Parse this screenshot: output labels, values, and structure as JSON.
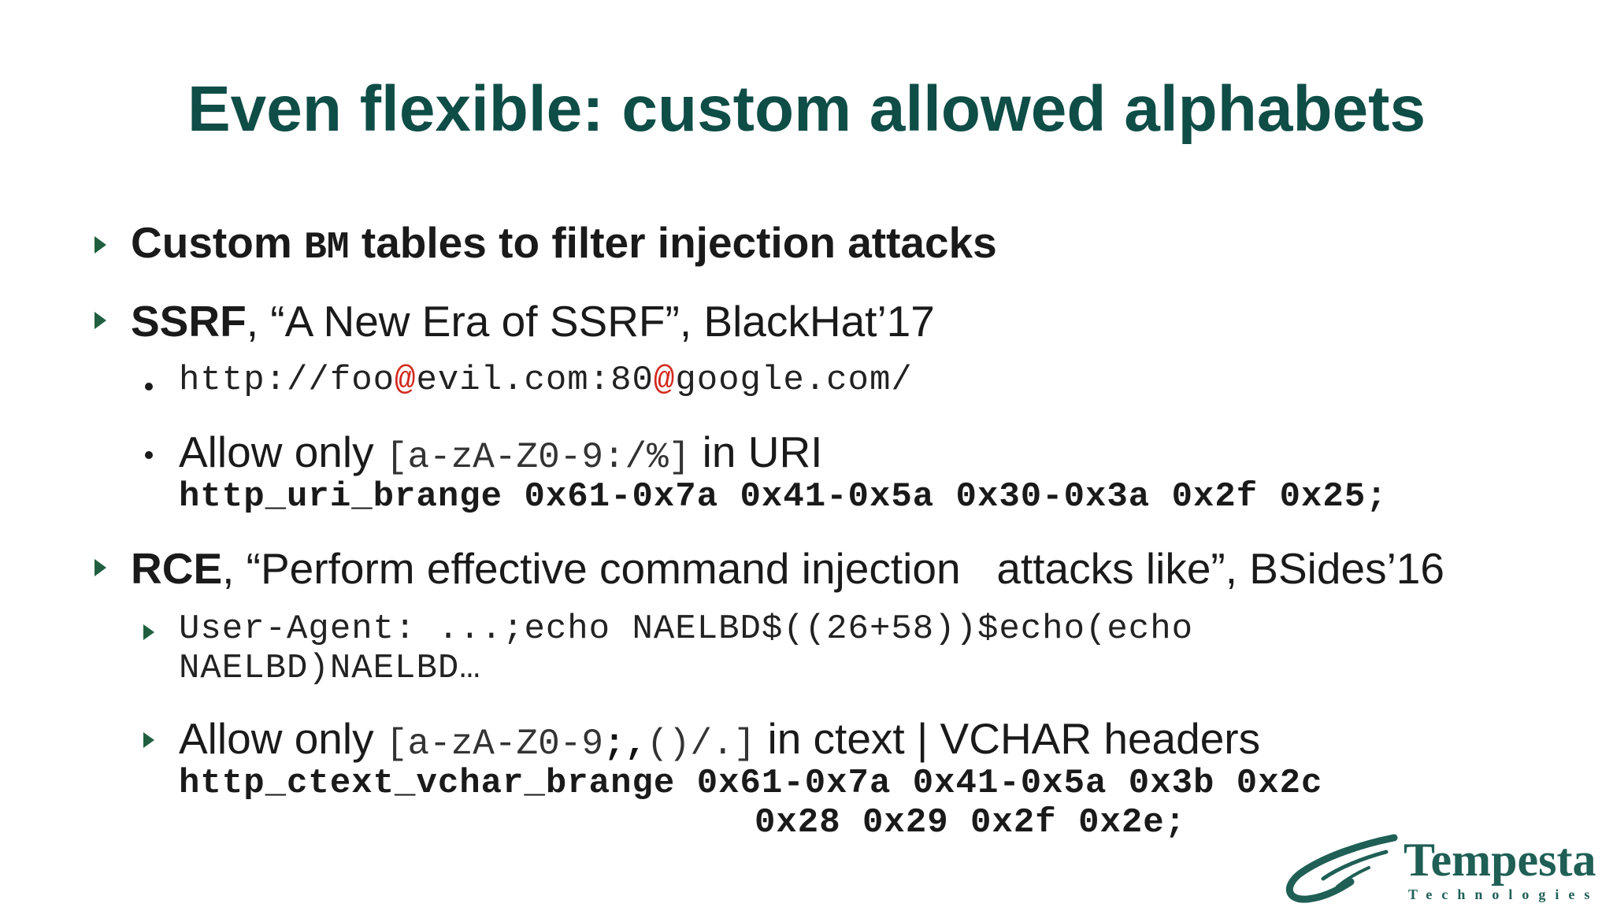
{
  "slide": {
    "title": "Even flexible: custom allowed alphabets",
    "bullet1": {
      "pre": "Custom ",
      "bm": "BM",
      "post": " tables to filter injection attacks"
    },
    "bullet2": {
      "head": "SSRF",
      "rest": ", “A New Era of SSRF”, BlackHat’17",
      "url_p1": "http://foo",
      "url_at1": "@",
      "url_p2": "evil.com:80",
      "url_at2": "@",
      "url_p3": "google.com/",
      "allow_pre": "Allow only ",
      "allow_range": "[a-zA-Z0-9:/%]",
      "allow_post": " in URI",
      "directive": "http_uri_brange 0x61-0x7a 0x41-0x5a 0x30-0x3a 0x2f 0x25;"
    },
    "bullet3": {
      "head": "RCE",
      "rest": ", “Perform effective command injection   attacks like”, BSides’16",
      "cmd_line1": "User-Agent: ...;echo NAELBD$((26+58))$echo(echo",
      "cmd_line2": "NAELBD)NAELBD…",
      "allow_pre": "Allow only ",
      "allow_range_a": "[a-zA-Z0-9",
      "allow_range_b": ";,",
      "allow_range_c": "()/.]",
      "allow_post": " in ctext | VCHAR headers",
      "directive_line1": "http_ctext_vchar_brange 0x61-0x7a 0x41-0x5a 0x3b 0x2c",
      "directive_line2": "0x28 0x29 0x2f 0x2e;"
    }
  },
  "logo": {
    "name": "Tempesta",
    "sub": "Technologies"
  },
  "colors": {
    "title": "#0f4d47",
    "bullet": "#1f5f3f",
    "at_sign": "#d42a1f"
  }
}
